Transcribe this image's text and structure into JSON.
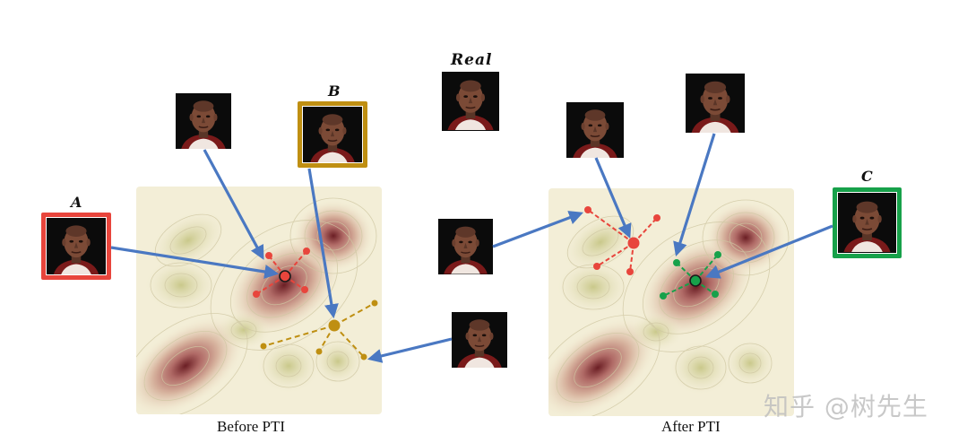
{
  "labels": {
    "a": "A",
    "b": "B",
    "c": "C",
    "real": "Real"
  },
  "captions": {
    "before": "Before PTI",
    "after": "After PTI"
  },
  "watermark": "知乎 @树先生",
  "colors": {
    "red": "#e8453c",
    "gold": "#bf8f12",
    "green": "#17a14a",
    "arrow": "#4a78c2",
    "background": "#f5efd8"
  }
}
